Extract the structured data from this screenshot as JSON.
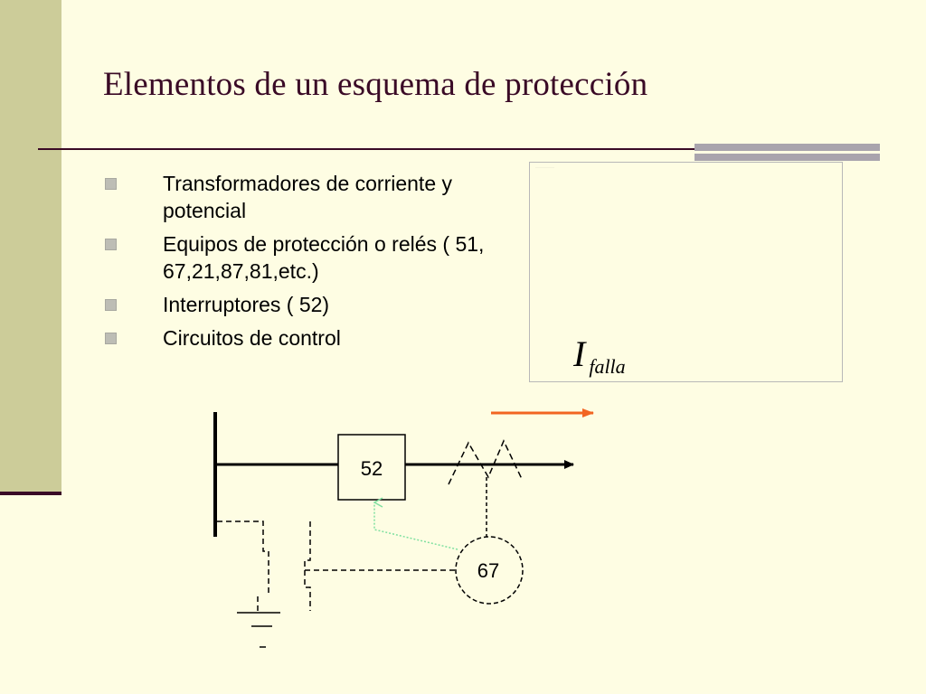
{
  "title": "Elementos de un esquema de protección",
  "bullets": [
    "Transformadores de corriente y potencial",
    "Equipos de protección o relés ( 51, 67,21,87,81,etc.)",
    "Interruptores ( 52)",
    "Circuitos de control"
  ],
  "formula": {
    "main": "I",
    "subscript": "falla"
  },
  "diagram": {
    "breaker_label": "52",
    "relay_label": "67",
    "fault_arrow_color": "#f26522",
    "control_link_color": "#7fe0a0",
    "line_color": "#000000"
  }
}
